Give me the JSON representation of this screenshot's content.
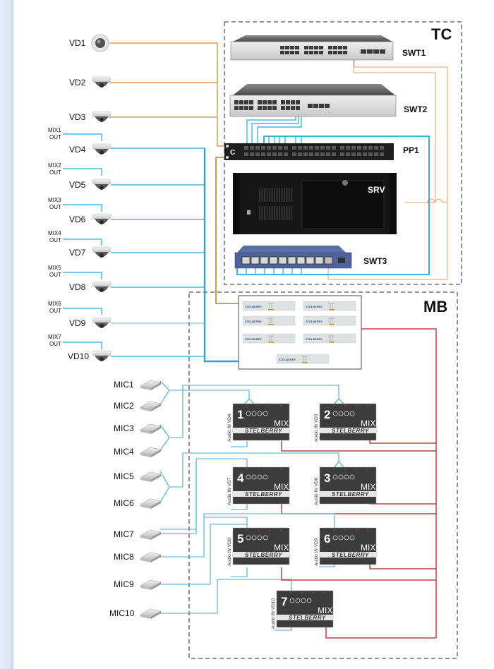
{
  "zones": {
    "tc": {
      "label": "TC"
    },
    "mb": {
      "label": "MB"
    }
  },
  "devices": {
    "swt1": "SWT1",
    "swt2": "SWT2",
    "pp1": "PP1",
    "srv": "SRV",
    "swt3": "SWT3"
  },
  "cameras": [
    {
      "label": "VD1",
      "type": "fisheye"
    },
    {
      "label": "VD2",
      "type": "dome"
    },
    {
      "label": "VD3",
      "type": "dome"
    },
    {
      "label": "VD4",
      "type": "dome",
      "mix_out": [
        "MIX1",
        "OUT"
      ]
    },
    {
      "label": "VD5",
      "type": "dome",
      "mix_out": [
        "MIX2",
        "OUT"
      ]
    },
    {
      "label": "VD6",
      "type": "dome",
      "mix_out": [
        "MIX3",
        "OUT"
      ]
    },
    {
      "label": "VD7",
      "type": "dome",
      "mix_out": [
        "MIX4",
        "OUT"
      ]
    },
    {
      "label": "VD8",
      "type": "dome",
      "mix_out": [
        "MIX5",
        "OUT"
      ]
    },
    {
      "label": "VD9",
      "type": "dome",
      "mix_out": [
        "MIX6",
        "OUT"
      ]
    },
    {
      "label": "VD10",
      "type": "dome",
      "mix_out": [
        "MIX7",
        "OUT"
      ]
    }
  ],
  "microphones": [
    "MIC1",
    "MIC2",
    "MIC3",
    "MIC4",
    "MIC5",
    "MIC6",
    "MIC7",
    "MIC8",
    "MIC9",
    "MIC10"
  ],
  "mixers": [
    {
      "number": "1",
      "label": "MIX",
      "brand": "STELBERRY",
      "audio_in": "Audio IN VD4"
    },
    {
      "number": "2",
      "label": "MIX",
      "brand": "STELBERRY",
      "audio_in": "Audio IN VD5"
    },
    {
      "number": "4",
      "label": "MIX",
      "brand": "STELBERRY",
      "audio_in": "Audio IN VD7"
    },
    {
      "number": "3",
      "label": "MIX",
      "brand": "STELBERRY",
      "audio_in": "Audio IN VD6"
    },
    {
      "number": "5",
      "label": "MIX",
      "brand": "STELBERRY",
      "audio_in": "Audio IN VD8"
    },
    {
      "number": "6",
      "label": "MIX",
      "brand": "STELBERRY",
      "audio_in": "Audio IN VD9"
    },
    {
      "number": "7",
      "label": "MIX",
      "brand": "STELBERRY",
      "audio_in": "Audio IN VD10"
    }
  ],
  "power_supply_panel": {
    "module_brand": "STELBERRY",
    "module_count": 7
  },
  "colors": {
    "utp_orange": "#d98a3a",
    "utp_orange_light": "#e3b07e",
    "blue": "#2aa6d6",
    "blue_light": "#7cc3e0",
    "red": "#b22222",
    "dash": "#555555"
  }
}
